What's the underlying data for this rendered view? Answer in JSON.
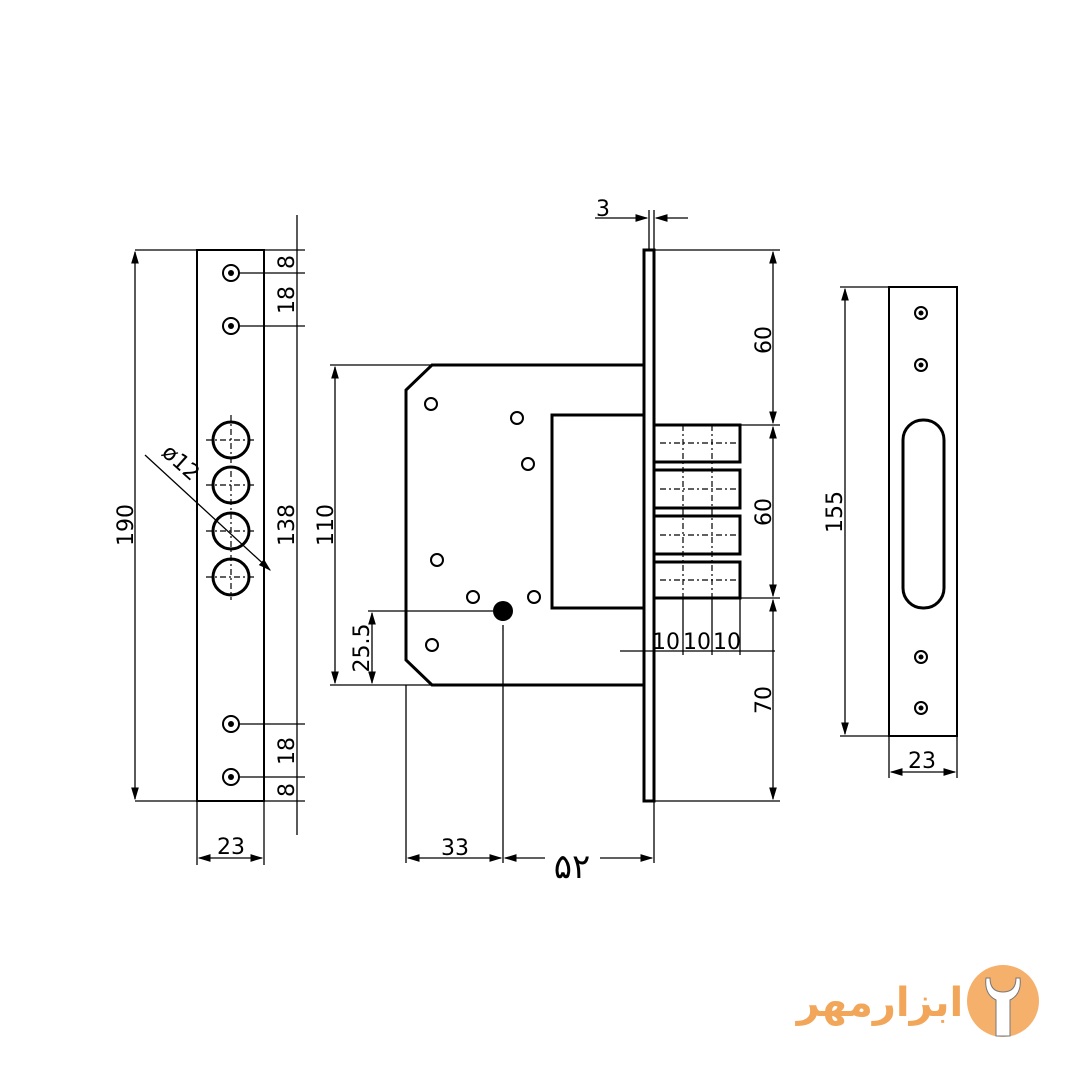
{
  "drawing": {
    "left_plate": {
      "height": "190",
      "width": "23",
      "hole_diameter": "ø12",
      "hole_span": "138",
      "top_edge_offset": "8",
      "top_hole_spacing": "18",
      "bottom_hole_spacing": "18",
      "bottom_edge_offset": "8"
    },
    "lock_body": {
      "faceplate_thickness": "3",
      "top_to_bolts": "60",
      "bolt_span": "60",
      "bolts_to_bottom": "70",
      "body_height": "110",
      "key_height": "25.5",
      "bolt_offsets": [
        "10",
        "10",
        "10"
      ],
      "edge_to_key": "33",
      "backset": "۵۲"
    },
    "strike_plate": {
      "height": "155",
      "width": "23"
    }
  },
  "logo": {
    "text": "ابزارمهر",
    "color": "#f2a65a",
    "icon": "wrench-icon"
  }
}
